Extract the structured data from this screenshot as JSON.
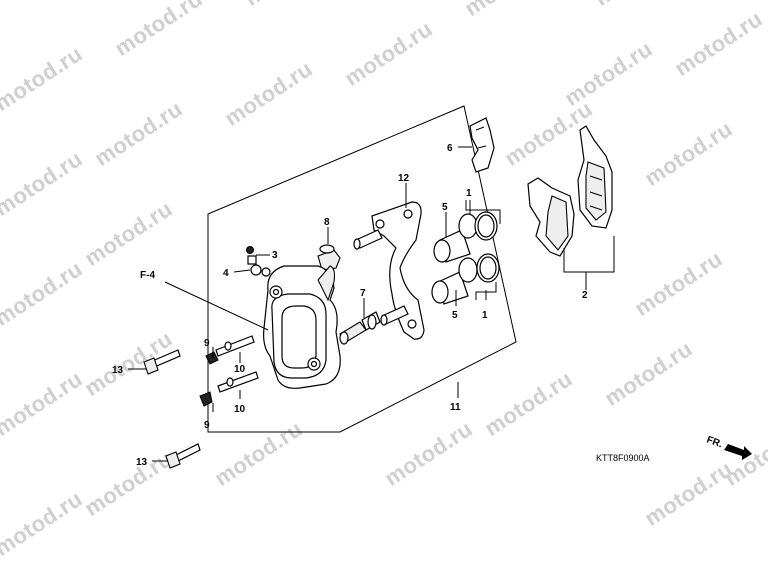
{
  "watermark": "motod.ru",
  "diagram_code": "KTT8F0900A",
  "ref": "F-4",
  "fr_arrow": "FR.",
  "callouts": {
    "c1a": "1",
    "c1b": "1",
    "c2": "2",
    "c3": "3",
    "c4": "4",
    "c5a": "5",
    "c5b": "5",
    "c6": "6",
    "c7": "7",
    "c8": "8",
    "c9a": "9",
    "c9b": "9",
    "c10a": "10",
    "c10b": "10",
    "c11": "11",
    "c12": "12",
    "c13a": "13",
    "c13b": "13"
  }
}
